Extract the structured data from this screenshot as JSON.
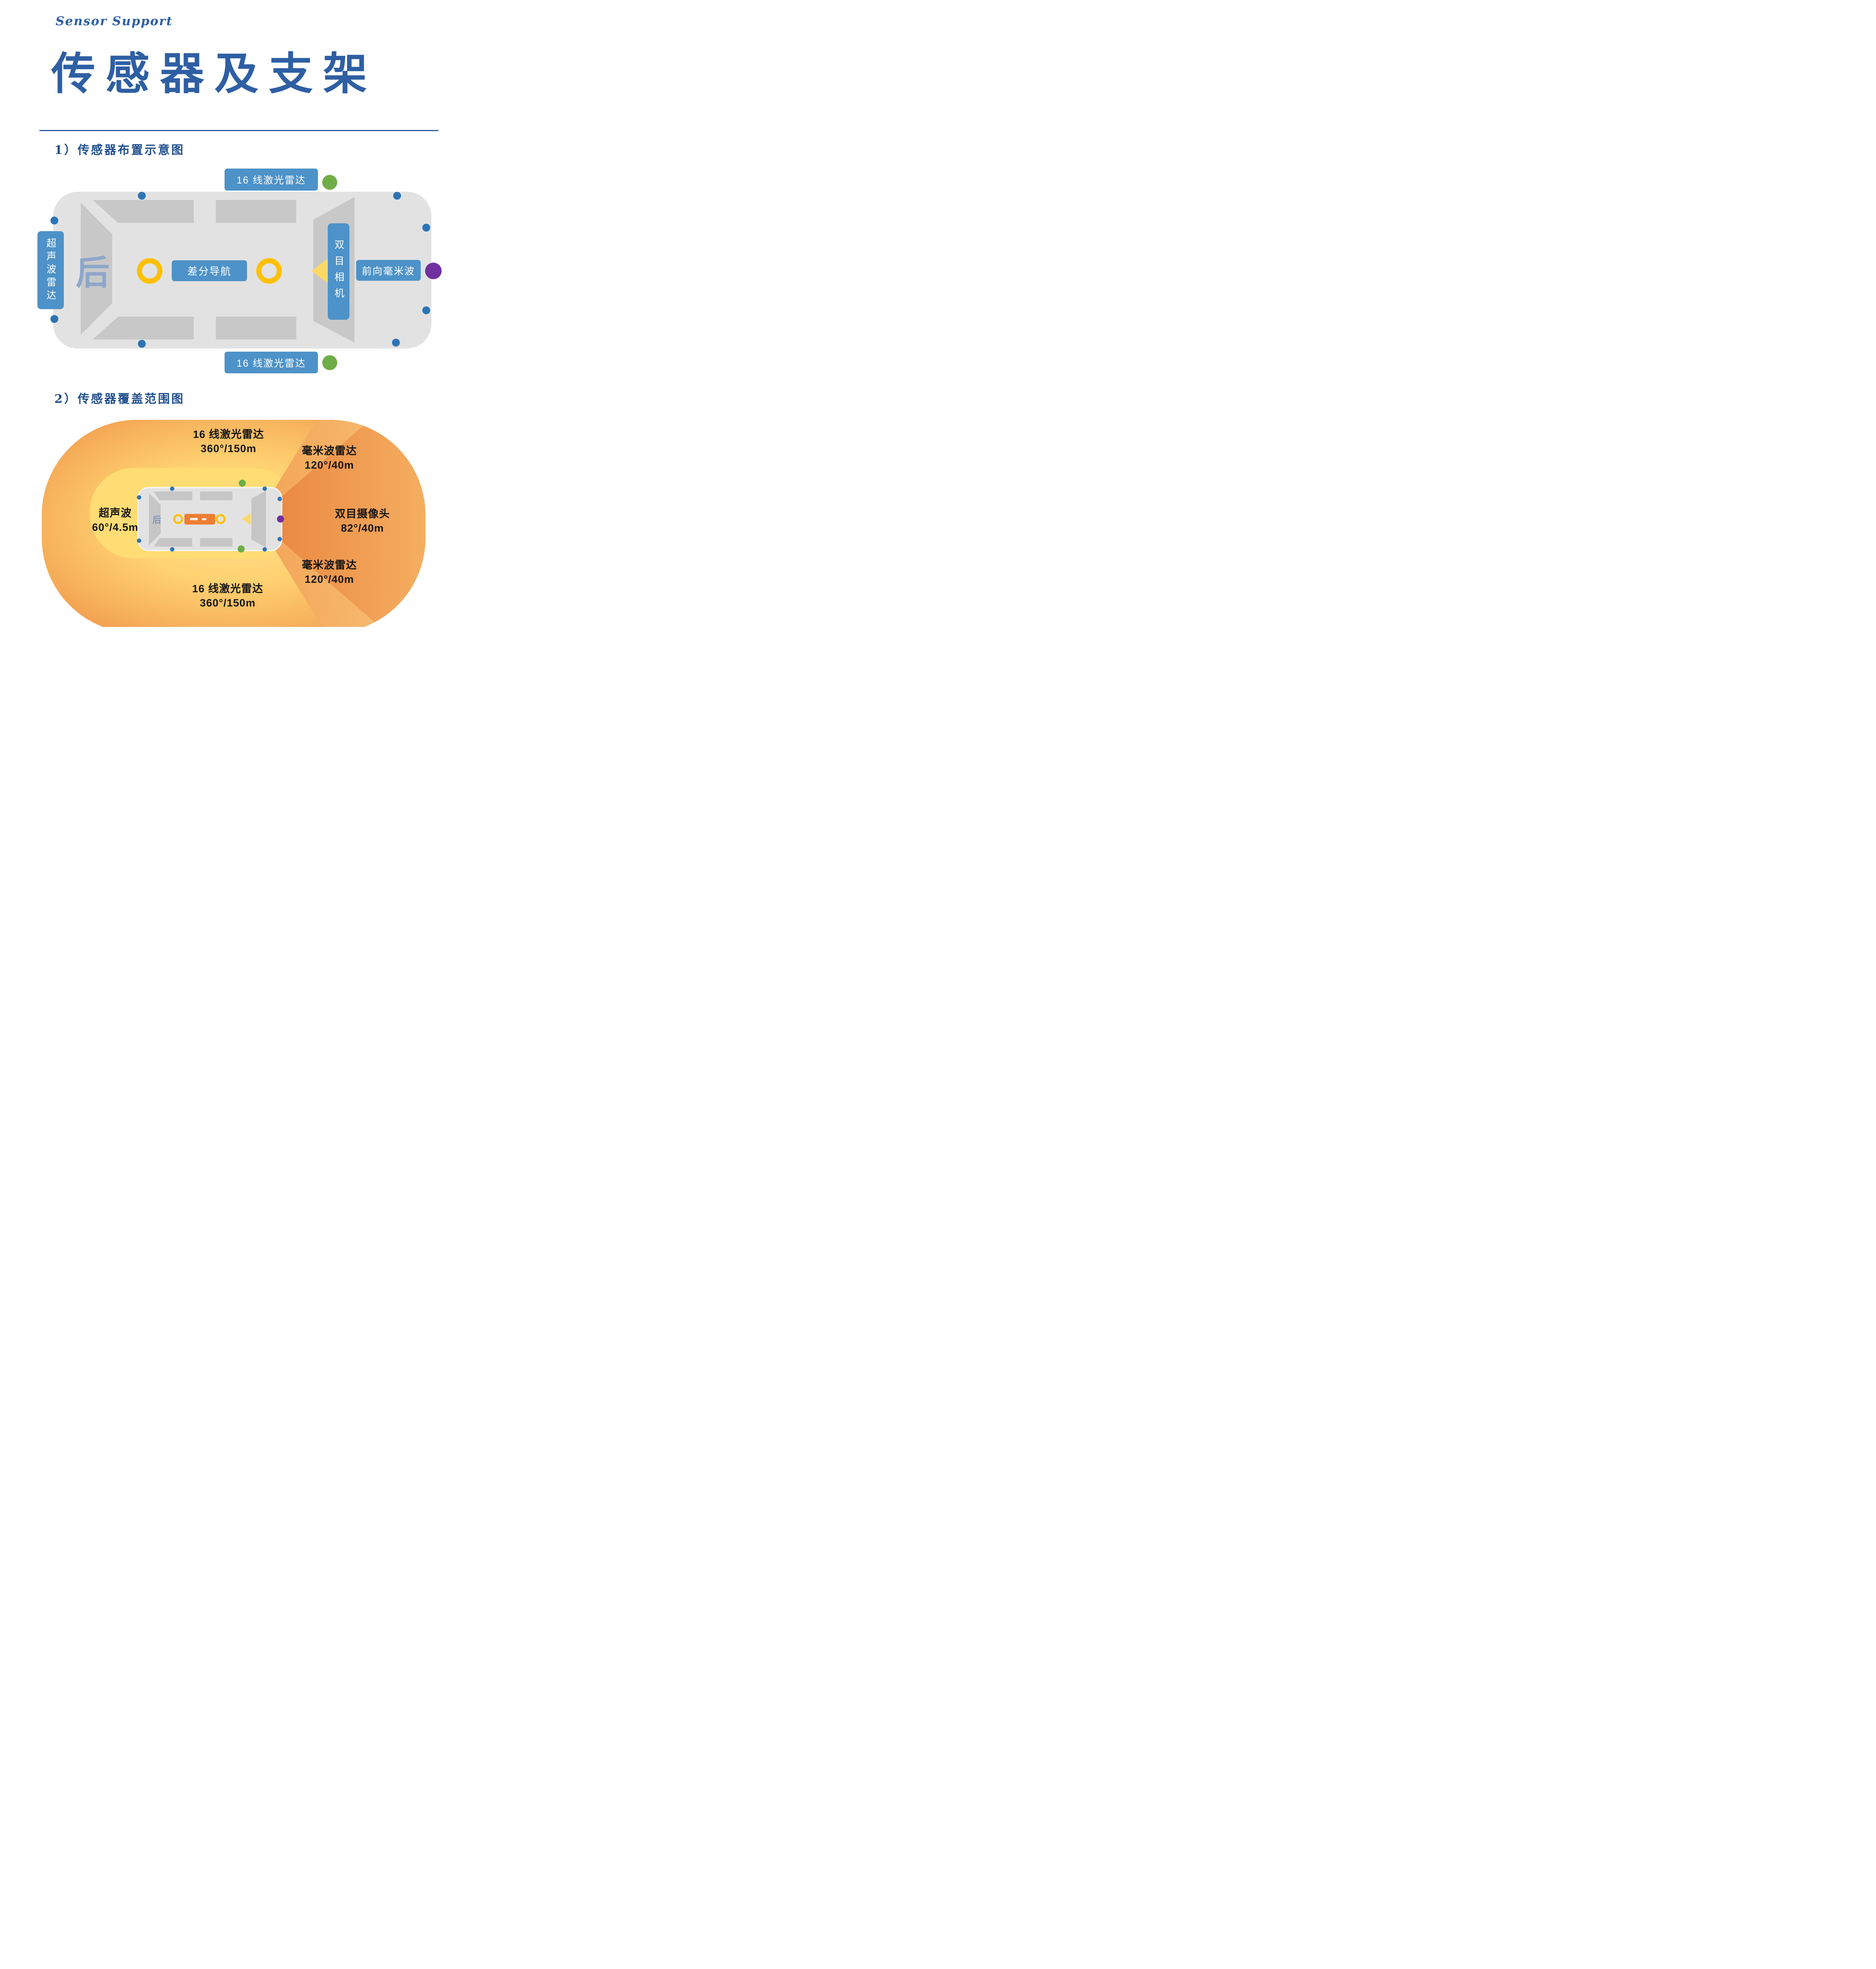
{
  "page": {
    "brand_script": "Sensor Support",
    "title": "传感器及支架",
    "layout_heading": "1）传感器布置示意图",
    "coverage_heading": "2）传感器覆盖范围图"
  },
  "layout_diagram": {
    "labels": {
      "lidar_top": "16 线激光雷达",
      "lidar_bottom": "16 线激光雷达",
      "ultrasonic_side": "超声波雷达",
      "diff_nav": "差分导航",
      "stereo_camera": "双目相机",
      "front_mmwave": "前向毫米波",
      "rear_marker": "后"
    }
  },
  "coverage_diagram": {
    "labels": {
      "lidar_top": {
        "name": "16 线激光雷达",
        "spec": "360°/150m"
      },
      "mmwave_top": {
        "name": "毫米波雷达",
        "spec": "120°/40m"
      },
      "ultrasonic": {
        "name": "超声波",
        "spec": "60°/4.5m"
      },
      "stereo_camera": {
        "name": "双目摄像头",
        "spec": "82°/40m"
      },
      "mmwave_bottom": {
        "name": "毫米波雷达",
        "spec": "120°/40m"
      },
      "lidar_bottom": {
        "name": "16 线激光雷达",
        "spec": "360°/150m"
      },
      "rear_marker": "后"
    }
  },
  "colors": {
    "accent_blue": "#2E5FA3",
    "heading_blue": "#1F4E8C",
    "label_blue": "#4D92C8",
    "sensor_dot_blue": "#2E74B5",
    "lidar_green": "#6FAD47",
    "radar_purple": "#7030A0",
    "antenna_ring_yellow": "#FFC000",
    "camera_fov_yellow": "#FFD966",
    "coverage_outer_orange": "#F09A4B",
    "coverage_inner_yellow": "#FFDC74"
  }
}
